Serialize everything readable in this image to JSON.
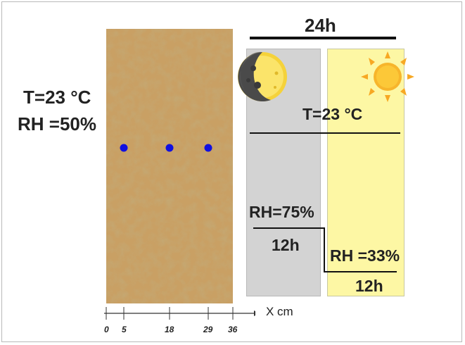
{
  "ambient": {
    "temperature_label": "T=23 °C",
    "humidity_label": "RH =50%"
  },
  "cycle": {
    "duration_label": "24h",
    "temperature_label": "T=23 °C",
    "night": {
      "humidity_label": "RH=75%",
      "duration_label": "12h",
      "icon": "moon-icon",
      "color": "#d3d3d3"
    },
    "day": {
      "humidity_label": "RH =33%",
      "duration_label": "12h",
      "icon": "sun-icon",
      "color": "#fdf7a4"
    }
  },
  "axis": {
    "label": "X cm",
    "ticks": [
      "0",
      "5",
      "18",
      "29",
      "36"
    ]
  },
  "sample": {
    "color": "#c9a064",
    "sensor_color": "#1010e0",
    "sensor_positions_cm": [
      5,
      18,
      29
    ]
  }
}
